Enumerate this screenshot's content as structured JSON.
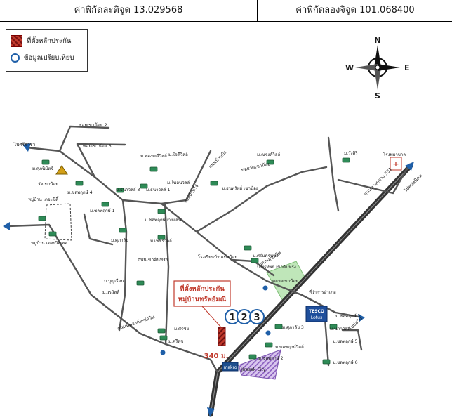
{
  "header": {
    "latitude_label": "ค่าพิกัดละติจูด 13.029568",
    "longitude_label": "ค่าพิกัดลองจิจูด 101.068400"
  },
  "legend": {
    "property_label": "ที่ตั้งหลักประกัน",
    "reference_label": "ข้อมูลเปรียบเทียบ"
  },
  "compass": {
    "n": "N",
    "s": "S",
    "e": "E",
    "w": "W"
  },
  "map": {
    "target_label_line1": "ที่ตั้งหลักประกัน",
    "target_label_line2": "หมู่บ้านทรัพย์มณี",
    "comparables": [
      "1",
      "2",
      "3"
    ],
    "distance": "340 ม.",
    "shops": {
      "tesco_top": "TESCO",
      "tesco_bottom": "Lotus",
      "makro": "makro"
    },
    "road_labels": {
      "left_town": "ไปศรีราชา",
      "right_top": "ไปพนัสนิคม",
      "right_mid": "ไปบ่อวิน",
      "soi_top": "ซอยเขาน้อย 2",
      "soi_3": "ซอยเขาน้อย 3",
      "cross_mid": "ถนนสุขุมวิท",
      "lower_left": "ถนนหนองค้อ-บ่อวิน",
      "center_road": "ถนนเขาคันทรง",
      "upper_center": "ถนนบ้านบึง",
      "center_mid": "ซอยบ้านไร่",
      "diag_main": "ถนนทางหลวง 331",
      "vertical_road": "ซอยวัดเขาน้อย"
    },
    "places": [
      {
        "name": "วัดเขาน้อย"
      },
      {
        "name": "ม.ศุภนิมิตร์"
      },
      {
        "name": "ม.ชลพฤกษ์ 4"
      },
      {
        "name": "ม.ชลพฤกษ์ 1"
      },
      {
        "name": "ม.ธนาวิลล์ 3"
      },
      {
        "name": "ม.ธนาวิลล์ 1"
      },
      {
        "name": "ม.ไพลินวิลล์"
      },
      {
        "name": "ม.ทองมณีวิลล์"
      },
      {
        "name": "ม.ศุภาลัย"
      },
      {
        "name": "ม.ชลพฤกษ์บางแสน"
      },
      {
        "name": "ม.เพชรวิลล์"
      },
      {
        "name": "หมู่บ้าน เดอะซิตี้"
      },
      {
        "name": "หมู่บ้าน เดอะวิลเลจ"
      },
      {
        "name": "ม.บุญเรือน"
      },
      {
        "name": "ม.ศิริชัย"
      },
      {
        "name": "ม.ศรีสุข"
      },
      {
        "name": "ม.ใจดีวิลล์"
      },
      {
        "name": "ม.ธนทรัพย์ เขาน้อย"
      },
      {
        "name": "โรงเรียนบ้านเขาน้อย"
      },
      {
        "name": "ม.ณรงค์วิลล์"
      },
      {
        "name": "ม.พรทิพย์ เขาคันทรง"
      },
      {
        "name": "ตลาดเขาน้อย"
      },
      {
        "name": "ที่ว่าการอำเภอ"
      },
      {
        "name": "ม.ศุภาลัย 3"
      },
      {
        "name": "ม.ชลพฤกษ์วิลล์"
      },
      {
        "name": "ม.ชลพฤกษ์ 2"
      },
      {
        "name": "ม.ศรีนครินทร์"
      },
      {
        "name": "ม.ชลพฤกษ์ 3"
      },
      {
        "name": "ม.นภาวิลล์"
      },
      {
        "name": "ม.ชลพฤกษ์ 5"
      },
      {
        "name": "ม.ชลพฤกษ์ 6"
      },
      {
        "name": "โรงพยาบาล"
      },
      {
        "name": "ม.วังสิริ"
      },
      {
        "name": "ม.วรวิลล์"
      },
      {
        "name": "Jirasak City"
      }
    ]
  }
}
